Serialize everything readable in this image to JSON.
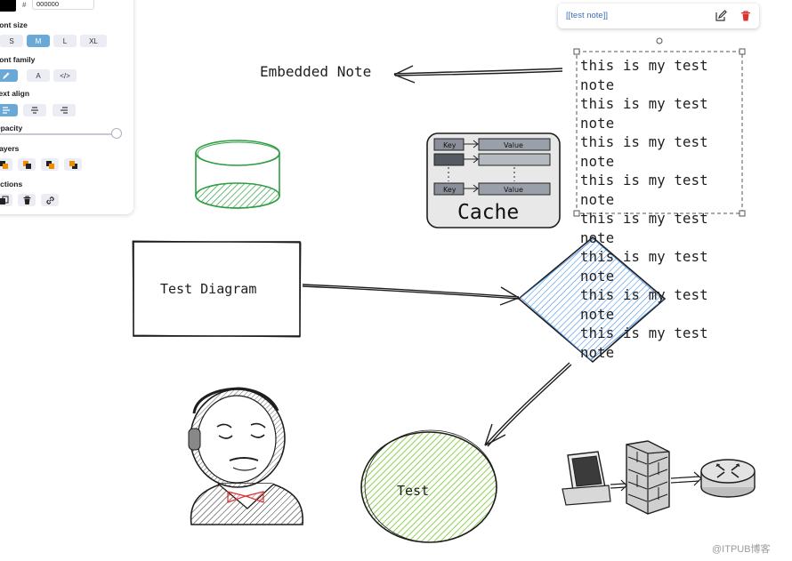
{
  "panel": {
    "stroke_hex": "000000",
    "hash_symbol": "#",
    "font_size_label": "Font size",
    "font_sizes": [
      "S",
      "M",
      "L",
      "XL"
    ],
    "font_size_selected": "M",
    "font_family_label": "Font family",
    "font_family_options": [
      "pencil",
      "A",
      "</>"
    ],
    "text_align_label": "Text align",
    "opacity_label": "Opacity",
    "opacity_percent": 100,
    "layers_label": "Layers",
    "actions_label": "Actions"
  },
  "note_card": {
    "title": "[[test note]]"
  },
  "canvas": {
    "embedded_note_label": "Embedded Note",
    "note_lines": [
      "this is my test note",
      "this is my test note",
      "this is my test note",
      "this is my test note",
      "this is my test note",
      "this is my test note",
      "this is my test note",
      "this is my test note"
    ],
    "cache_label": "Cache",
    "cache_rows": [
      {
        "key": "Key",
        "value": "Value"
      },
      {
        "key": "Key",
        "value": "Value"
      }
    ],
    "test_diagram_label": "Test Diagram",
    "test_circle_label": "Test"
  },
  "watermark": "@ITPUB博客",
  "colors": {
    "accent": "#6aa8d8",
    "note_link": "#3b6fb6",
    "delete_red": "#e03131",
    "cylinder_green": "#2f9e44",
    "diamond_blue": "#4a90e2",
    "circle_green": "#8fd14f",
    "bowtie_red": "#e03131"
  }
}
